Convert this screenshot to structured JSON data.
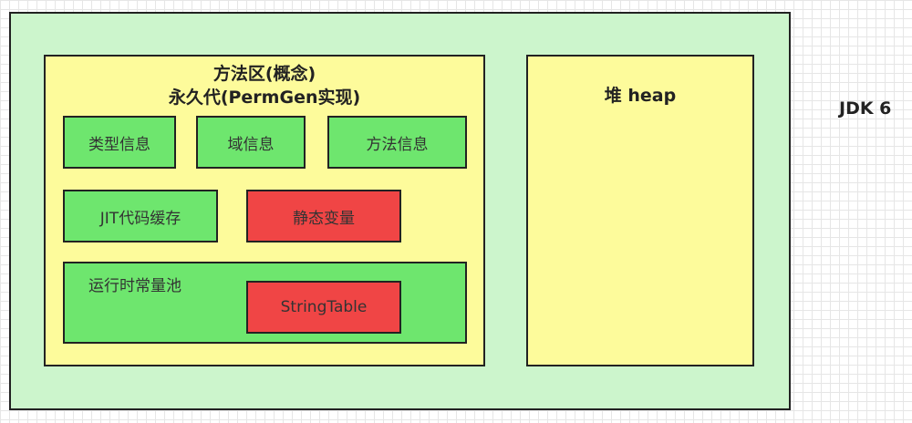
{
  "outer_box": {},
  "method_area": {
    "title_line1": "方法区(概念)",
    "title_line2": "永久代(PermGen实现)",
    "items": {
      "type_info": "类型信息",
      "field_info": "域信息",
      "method_info": "方法信息",
      "jit_cache": "JIT代码缓存",
      "static_vars": "静态变量",
      "runtime_constant_pool": "运行时常量池",
      "string_table": "StringTable"
    }
  },
  "heap": {
    "title": "堆 heap"
  },
  "version_label": "JDK 6",
  "colors": {
    "outer_fill": "#ccf5cc",
    "area_fill": "#fdfb9b",
    "green_fill": "#6ee66e",
    "red_fill": "#f04545",
    "border": "#222222"
  }
}
